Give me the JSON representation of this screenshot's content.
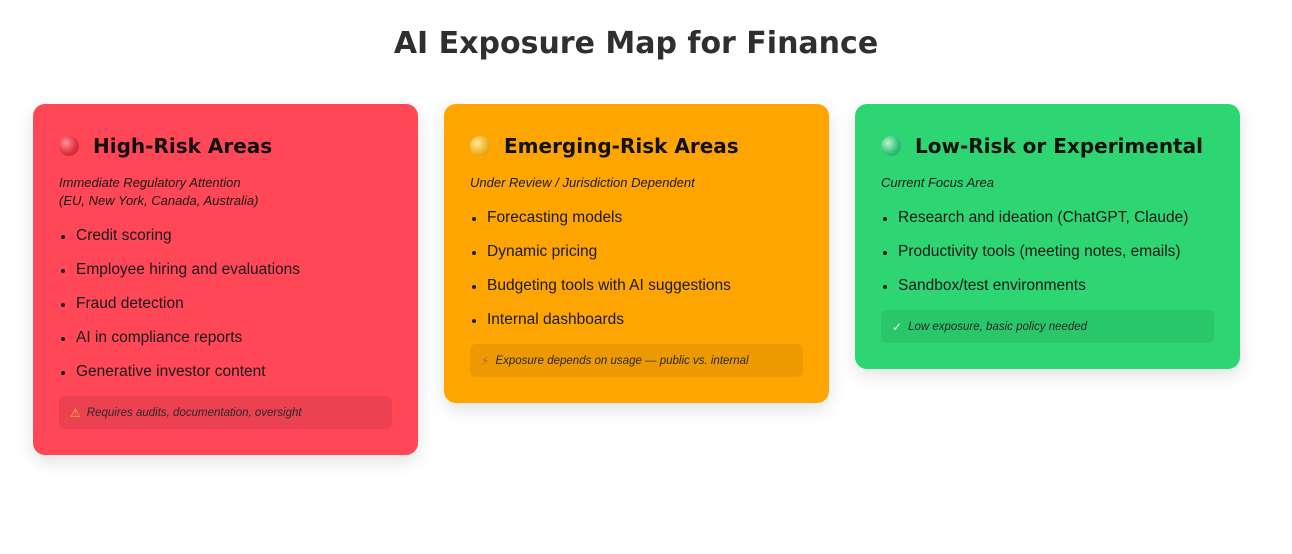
{
  "page": {
    "title": "AI Exposure Map for Finance"
  },
  "cards": [
    {
      "title": "High-Risk Areas",
      "subtitle": "Immediate Regulatory Attention\n(EU, New York, Canada, Australia)",
      "items": [
        "Credit scoring",
        "Employee hiring and evaluations",
        "Fraud detection",
        "AI in compliance reports",
        "Generative investor content"
      ],
      "note_icon": "⚠",
      "note": "Requires audits, documentation, oversight",
      "color": "#ff4757"
    },
    {
      "title": "Emerging-Risk Areas",
      "subtitle": "Under Review / Jurisdiction Dependent",
      "items": [
        "Forecasting models",
        "Dynamic pricing",
        "Budgeting tools with AI suggestions",
        "Internal dashboards"
      ],
      "note_icon": "⚡",
      "note": "Exposure depends on usage — public vs. internal",
      "color": "#ffa502"
    },
    {
      "title": "Low-Risk or Experimental",
      "subtitle": "Current Focus Area",
      "items": [
        "Research and ideation (ChatGPT, Claude)",
        "Productivity tools (meeting notes, emails)",
        "Sandbox/test environments"
      ],
      "note_icon": "✓",
      "note": "Low exposure, basic policy needed",
      "color": "#2ed573"
    }
  ]
}
